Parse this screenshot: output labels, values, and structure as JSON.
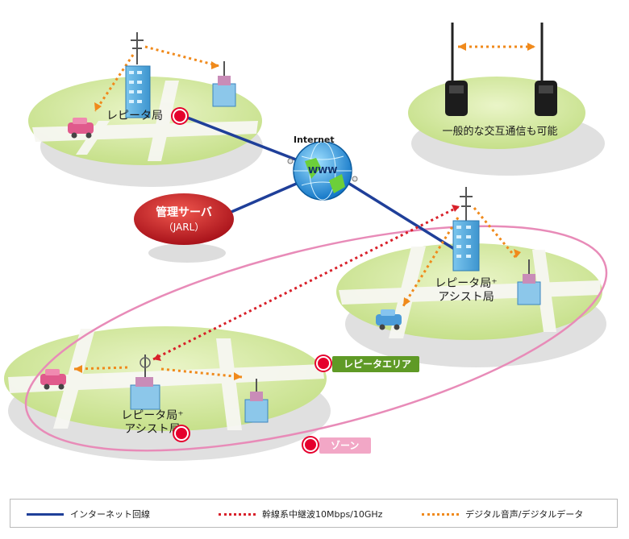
{
  "labels": {
    "repeater_top": "レピータ局",
    "handheld_caption": "一般的な交互通信も可能",
    "internet": "Internet",
    "www": "WWW",
    "server_name": "管理サーバ",
    "server_org": "（JARL）",
    "repeater_assist_right_1": "レピータ局⁺",
    "repeater_assist_right_2": "アシスト局",
    "repeater_area": "レピータエリア",
    "repeater_assist_left_1": "レピータ局⁺",
    "repeater_assist_left_2": "アシスト局",
    "zone": "ゾーン"
  },
  "legend": {
    "internet_line": "インターネット回線",
    "trunk_line": "幹線系中継波10Mbps/10GHz",
    "digital_line": "デジタル音声/デジタルデータ"
  },
  "colors": {
    "internet_line": "#1f3f99",
    "trunk_line": "#d8202a",
    "digital_line": "#f08a1c",
    "area_fill": "#d6eaa2",
    "zone_outline": "#e88bb8",
    "server": "#c0191f",
    "repeater_area_tag": "#5f9a26",
    "zone_tag": "#f2a7c6"
  }
}
